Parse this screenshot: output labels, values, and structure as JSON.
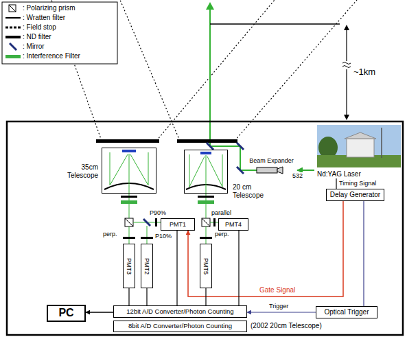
{
  "diagram": {
    "nodes": [
      {
        "text": [
          "35cm Telescope"
        ]
      },
      {
        "text": [
          "20 cm Telescope"
        ]
      },
      {
        "text": [
          "Beam Expander"
        ]
      },
      {
        "text": [
          "Nd:YAG Laser"
        ]
      },
      {
        "text": [
          "Delay Generator"
        ]
      },
      {
        "text": [
          "PMT1"
        ]
      },
      {
        "text": [
          "PMT4"
        ]
      },
      {
        "text": [
          "PMT3"
        ]
      },
      {
        "text": [
          "PMT2"
        ]
      },
      {
        "text": [
          "PMT5"
        ]
      },
      {
        "text": [
          "PC"
        ]
      },
      {
        "text": [
          "12bit A/D Converter/Photon Counting"
        ]
      },
      {
        "text": [
          "Optical Trigger"
        ]
      },
      {
        "text": [
          "8bit A/D Converter/Photon Counting"
        ]
      }
    ],
    "edges": [
      {
        "from": 3,
        "to": 2,
        "arrow": "to",
        "label": "532"
      },
      {
        "from": 3,
        "to": 4,
        "arrow": "none",
        "label": "Timing Signal"
      },
      {
        "from": 4,
        "to": 5,
        "arrow": "to",
        "label": "Gate Signal"
      },
      {
        "from": 4,
        "to": 12,
        "arrow": "none"
      },
      {
        "from": 12,
        "to": 11,
        "arrow": "to",
        "label": "Trigger"
      },
      {
        "from": 11,
        "to": 10,
        "arrow": "to"
      },
      {
        "from": 5,
        "to": 11,
        "arrow": "none"
      },
      {
        "from": 8,
        "to": 11,
        "arrow": "none"
      },
      {
        "from": 7,
        "to": 11,
        "arrow": "none"
      },
      {
        "from": 9,
        "to": 11,
        "arrow": "none"
      },
      {
        "from": 6,
        "to": 11,
        "arrow": "none"
      }
    ],
    "labels": [
      "~1km",
      "P90%",
      "P10%",
      "parallel",
      "perp.",
      "perp.",
      "(2002 20cm Telescope)"
    ],
    "legend": [
      {
        "text": ": Polarizing prism"
      },
      {
        "text": ": Wratten filter"
      },
      {
        "text": ": Field stop"
      },
      {
        "text": ": ND filter"
      },
      {
        "text": ": Mirror"
      },
      {
        "text": ": Interference Filter",
        "color": "#3cb043"
      }
    ]
  }
}
